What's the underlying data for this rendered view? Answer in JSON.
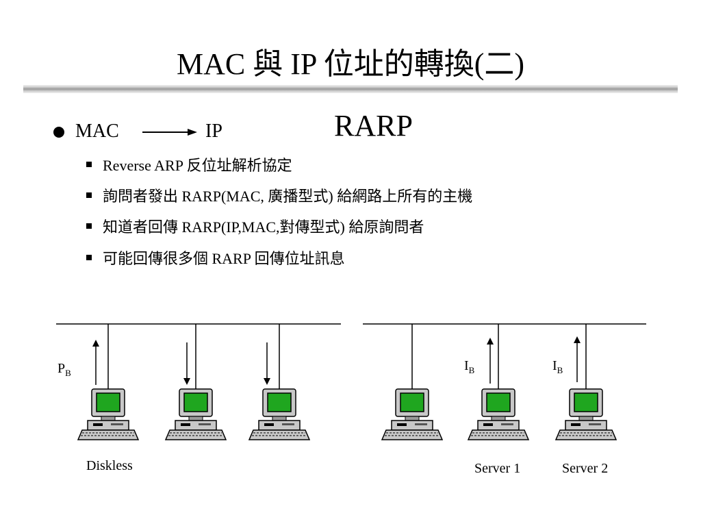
{
  "slide": {
    "title": "MAC 與 IP 位址的轉換(二)",
    "heading": "RARP",
    "main_bullet": {
      "left": "MAC",
      "right": "IP"
    },
    "sub_bullets": [
      "Reverse ARP 反位址解析協定",
      "詢問者發出 RARP(MAC, 廣播型式) 給網路上所有的主機",
      "知道者回傳 RARP(IP,MAC,對傳型式) 給原詢問者",
      "可能回傳很多個 RARP 回傳位址訊息"
    ]
  },
  "diagram": {
    "left_network": {
      "packet_label": {
        "letter": "P",
        "subscript": "B"
      },
      "caption": "Diskless",
      "hosts": [
        {
          "arrow": "up"
        },
        {
          "arrow": "down"
        },
        {
          "arrow": "down"
        }
      ]
    },
    "right_network": {
      "packet_label": {
        "letter": "I",
        "subscript": "B"
      },
      "hosts": [
        {
          "arrow": "none",
          "caption": ""
        },
        {
          "arrow": "up",
          "caption": "Server 1"
        },
        {
          "arrow": "up",
          "caption": "Server 2"
        }
      ]
    },
    "colors": {
      "screen": "#1fa61f",
      "monitor": "#c8c8c8",
      "outline": "#000000"
    }
  }
}
